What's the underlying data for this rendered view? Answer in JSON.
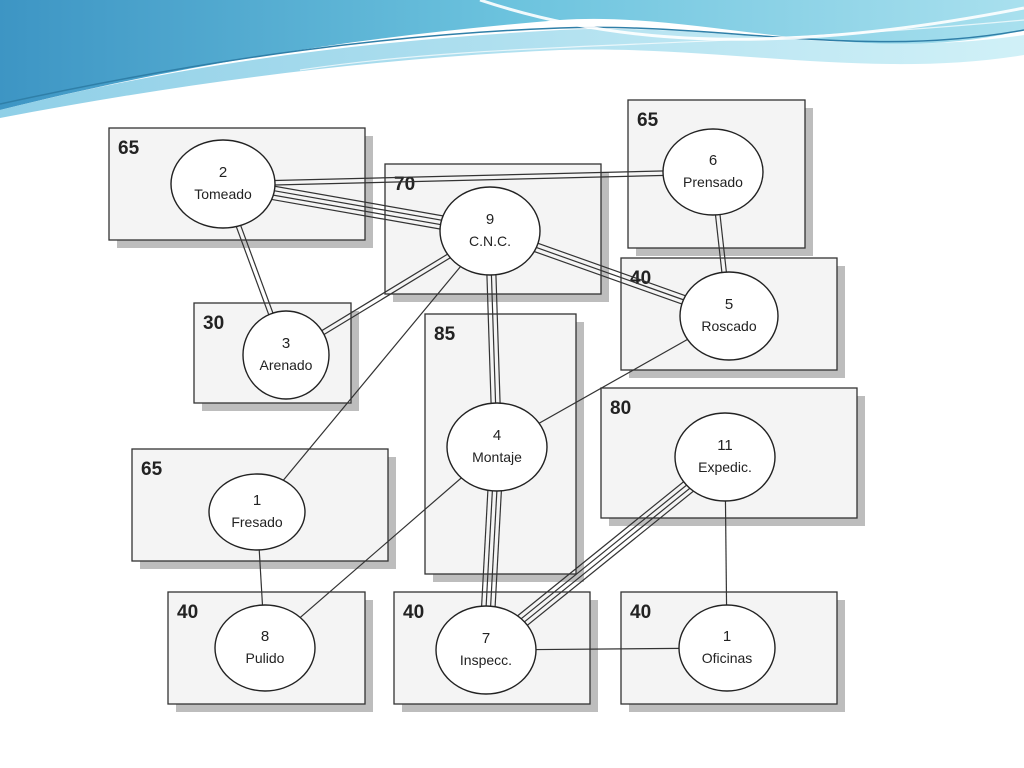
{
  "areas": [
    {
      "id": "a-tomeado",
      "label": "65"
    },
    {
      "id": "a-cnc",
      "label": "70"
    },
    {
      "id": "a-prensado",
      "label": "65"
    },
    {
      "id": "a-arenado",
      "label": "30"
    },
    {
      "id": "a-roscado",
      "label": "40"
    },
    {
      "id": "a-montaje",
      "label": "85"
    },
    {
      "id": "a-expedic",
      "label": "80"
    },
    {
      "id": "a-fresado",
      "label": "65"
    },
    {
      "id": "a-pulido",
      "label": "40"
    },
    {
      "id": "a-inspecc",
      "label": "40"
    },
    {
      "id": "a-oficinas",
      "label": "40"
    }
  ],
  "nodes": [
    {
      "id": "n-tomeado",
      "number": "2",
      "name": "Tomeado"
    },
    {
      "id": "n-cnc",
      "number": "9",
      "name": "C.N.C."
    },
    {
      "id": "n-prensado",
      "number": "6",
      "name": "Prensado"
    },
    {
      "id": "n-arenado",
      "number": "3",
      "name": "Arenado"
    },
    {
      "id": "n-roscado",
      "number": "5",
      "name": "Roscado"
    },
    {
      "id": "n-montaje",
      "number": "4",
      "name": "Montaje"
    },
    {
      "id": "n-expedic",
      "number": "11",
      "name": "Expedic."
    },
    {
      "id": "n-fresado",
      "number": "1",
      "name": "Fresado"
    },
    {
      "id": "n-pulido",
      "number": "8",
      "name": "Pulido"
    },
    {
      "id": "n-inspecc",
      "number": "7",
      "name": "Inspecc."
    },
    {
      "id": "n-oficinas",
      "number": "1",
      "name": "Oficinas"
    }
  ],
  "links": [
    {
      "from": "n-tomeado",
      "to": "n-prensado",
      "lines": 2
    },
    {
      "from": "n-tomeado",
      "to": "n-cnc",
      "lines": 4
    },
    {
      "from": "n-tomeado",
      "to": "n-arenado",
      "lines": 2
    },
    {
      "from": "n-cnc",
      "to": "n-arenado",
      "lines": 2
    },
    {
      "from": "n-cnc",
      "to": "n-roscado",
      "lines": 3
    },
    {
      "from": "n-cnc",
      "to": "n-montaje",
      "lines": 3
    },
    {
      "from": "n-cnc",
      "to": "n-fresado",
      "lines": 1
    },
    {
      "from": "n-prensado",
      "to": "n-roscado",
      "lines": 2
    },
    {
      "from": "n-roscado",
      "to": "n-montaje",
      "lines": 1
    },
    {
      "from": "n-montaje",
      "to": "n-inspecc",
      "lines": 4
    },
    {
      "from": "n-montaje",
      "to": "n-pulido",
      "lines": 1
    },
    {
      "from": "n-fresado",
      "to": "n-pulido",
      "lines": 1
    },
    {
      "from": "n-expedic",
      "to": "n-inspecc",
      "lines": 4
    },
    {
      "from": "n-expedic",
      "to": "n-oficinas",
      "lines": 1
    },
    {
      "from": "n-inspecc",
      "to": "n-oficinas",
      "lines": 1
    }
  ],
  "colors": {
    "wave_dark": "#3d95c4",
    "wave_mid": "#6cc3de",
    "wave_light": "#a9e0ee",
    "box_fill": "#f4f4f4",
    "line": "#333333"
  }
}
